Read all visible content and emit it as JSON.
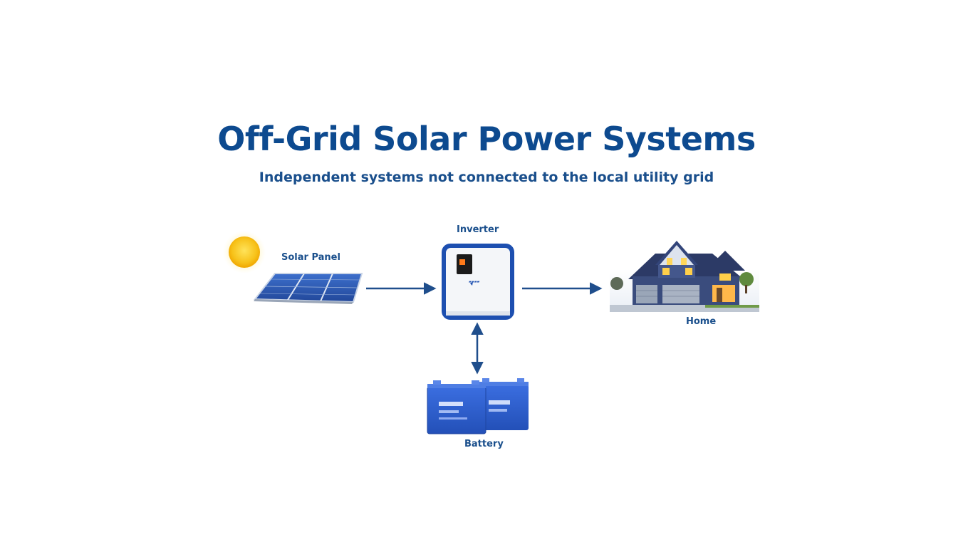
{
  "title": "Off-Grid Solar Power Systems",
  "subtitle": "Independent systems not connected to the local utility grid",
  "components": {
    "solar_panel": "Solar Panel",
    "inverter": "Inverter",
    "home": "Home",
    "battery": "Battery"
  },
  "colors": {
    "title": "#0d4a8f",
    "arrow": "#1f4e8c",
    "panel": "#2f5fb5",
    "battery": "#2d5fd0",
    "inverter_frame": "#1d4fb0"
  },
  "icons": [
    "sun-icon",
    "solar-panel-icon",
    "inverter-icon",
    "house-icon",
    "battery-icon"
  ]
}
